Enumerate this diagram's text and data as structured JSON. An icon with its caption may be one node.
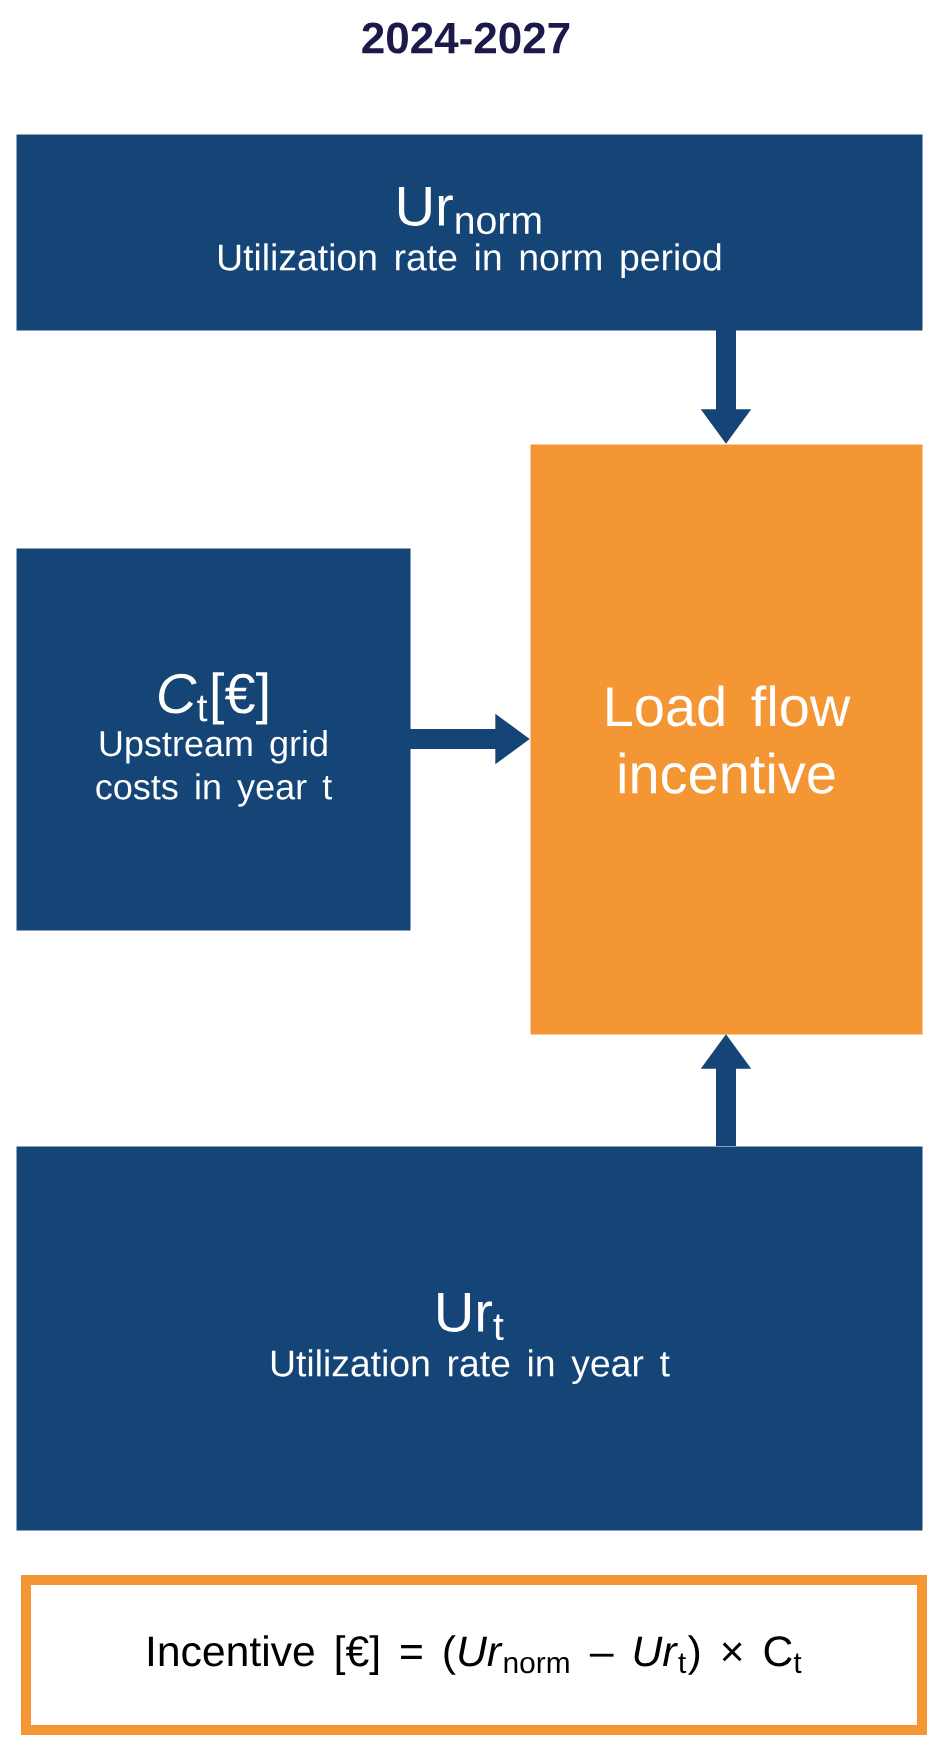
{
  "diagram": {
    "title": "2024-2027",
    "nodes": [
      {
        "text": [
          "Ur$_{norm}$",
          "Utilization rate in norm period"
        ]
      },
      {
        "text": [
          "*C*$_{t}$[€]",
          "Upstream grid costs in year t"
        ]
      },
      {
        "text": [
          "Load flow incentive"
        ]
      },
      {
        "text": [
          "Ur$_{t}$",
          "Utilization rate in year t"
        ]
      },
      {
        "text": [
          "Incentive [€] = (*Ur*$_{norm}$ – *Ur*$_{t}$) × C$_{t}$"
        ]
      }
    ],
    "edges": [
      {
        "from": 0,
        "to": 2,
        "arrow": "to"
      },
      {
        "from": 1,
        "to": 2,
        "arrow": "to"
      },
      {
        "from": 3,
        "to": 2,
        "arrow": "to"
      }
    ]
  }
}
